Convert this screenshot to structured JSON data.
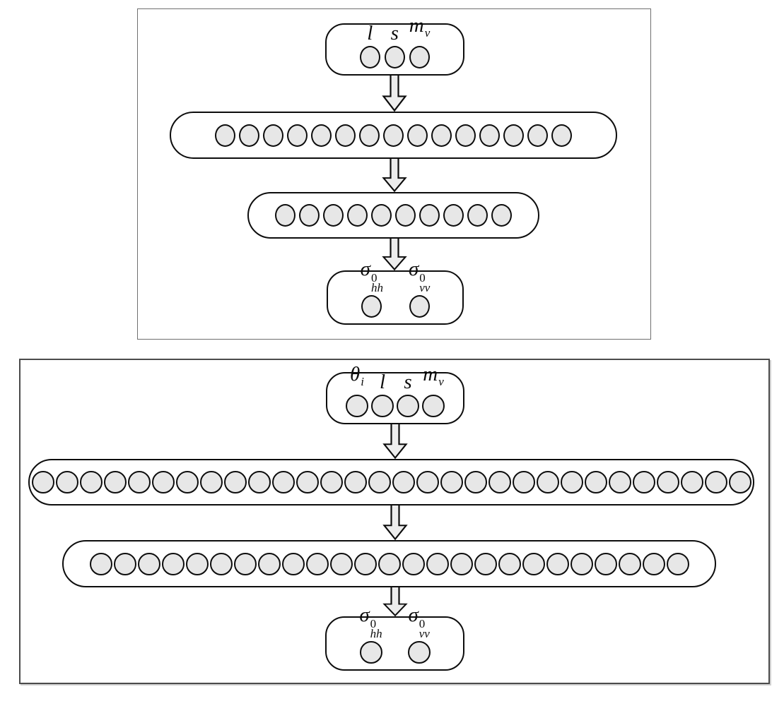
{
  "figure": {
    "description": "Two feed-forward neural network architecture diagrams",
    "colors": {
      "node_fill": "#e7e7e7",
      "node_stroke": "#0d0d0d",
      "box_stroke": "#0d0d0d",
      "arrow_fill": "#ededed",
      "panel_a_border": "#6f6f6f",
      "panel_b_border": "#4b4b4b",
      "background": "#ffffff"
    }
  },
  "networks": [
    {
      "id": "network-a",
      "input_labels": [
        {
          "base": "l",
          "sup": "",
          "sub": ""
        },
        {
          "base": "s",
          "sup": "",
          "sub": ""
        },
        {
          "base": "m",
          "sup": "",
          "sub": "v"
        }
      ],
      "input_count": 3,
      "hidden_counts": [
        15,
        10
      ],
      "output_labels": [
        {
          "base": "σ",
          "sup": "0",
          "sub": "hh"
        },
        {
          "base": "σ",
          "sup": "0",
          "sub": "vv"
        }
      ],
      "output_count": 2
    },
    {
      "id": "network-b",
      "input_labels": [
        {
          "base": "θ",
          "sup": "",
          "sub": "i"
        },
        {
          "base": "l",
          "sup": "",
          "sub": ""
        },
        {
          "base": "s",
          "sup": "",
          "sub": ""
        },
        {
          "base": "m",
          "sup": "",
          "sub": "v"
        }
      ],
      "input_count": 4,
      "hidden_counts": [
        30,
        25
      ],
      "output_labels": [
        {
          "base": "σ",
          "sup": "0",
          "sub": "hh"
        },
        {
          "base": "σ",
          "sup": "0",
          "sub": "vv"
        }
      ],
      "output_count": 2
    }
  ]
}
